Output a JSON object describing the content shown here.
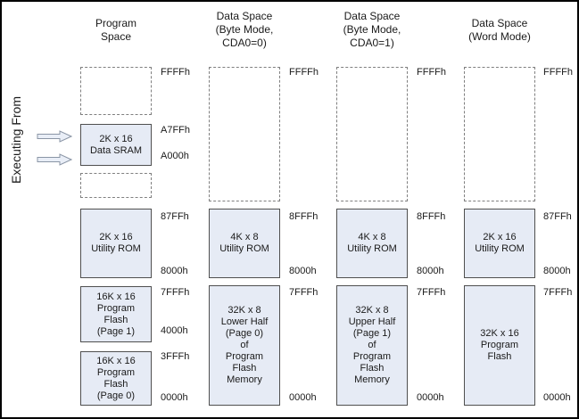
{
  "side_label": "Executing From",
  "colors": {
    "box_fill": "#e6ebf5",
    "box_border": "#4f4f4f",
    "dashed_border": "#7f7f7f",
    "arrow_fill": "#e9eef7",
    "arrow_stroke": "#8a95a5",
    "outer_border": "#000000",
    "text": "#1a1a1a"
  },
  "columns": [
    {
      "header": "Program\nSpace",
      "boxes": [
        {
          "type": "dashed",
          "label": ""
        },
        {
          "type": "solid",
          "label": "2K x 16\nData SRAM"
        },
        {
          "type": "dashed",
          "label": ""
        },
        {
          "type": "solid",
          "label": "2K x 16\nUtility ROM"
        },
        {
          "type": "solid",
          "label": "16K x 16\nProgram\nFlash\n(Page 1)"
        },
        {
          "type": "solid",
          "label": "16K x 16\nProgram\nFlash\n(Page 0)"
        }
      ],
      "addresses": [
        "FFFFh",
        "A7FFh",
        "A000h",
        "87FFh",
        "8000h",
        "7FFFh",
        "4000h",
        "3FFFh",
        "0000h"
      ]
    },
    {
      "header": "Data Space\n(Byte Mode,\nCDA0=0)",
      "boxes": [
        {
          "type": "dashed",
          "label": ""
        },
        {
          "type": "solid",
          "label": "4K x 8\nUtility ROM"
        },
        {
          "type": "solid",
          "label": "32K x 8\nLower Half\n(Page 0)\nof\nProgram\nFlash\nMemory"
        }
      ],
      "addresses": [
        "FFFFh",
        "8FFFh",
        "8000h",
        "7FFFh",
        "0000h"
      ]
    },
    {
      "header": "Data Space\n(Byte Mode,\nCDA0=1)",
      "boxes": [
        {
          "type": "dashed",
          "label": ""
        },
        {
          "type": "solid",
          "label": "4K x 8\nUtility ROM"
        },
        {
          "type": "solid",
          "label": "32K x 8\nUpper Half\n(Page 1)\nof\nProgram\nFlash\nMemory"
        }
      ],
      "addresses": [
        "FFFFh",
        "8FFFh",
        "8000h",
        "7FFFh",
        "0000h"
      ]
    },
    {
      "header": "Data Space\n(Word Mode)",
      "boxes": [
        {
          "type": "dashed",
          "label": ""
        },
        {
          "type": "solid",
          "label": "2K x 16\nUtility ROM"
        },
        {
          "type": "solid",
          "label": "32K x 16\nProgram\nFlash"
        }
      ],
      "addresses": [
        "FFFFh",
        "87FFh",
        "8000h",
        "7FFFh",
        "0000h"
      ]
    }
  ]
}
